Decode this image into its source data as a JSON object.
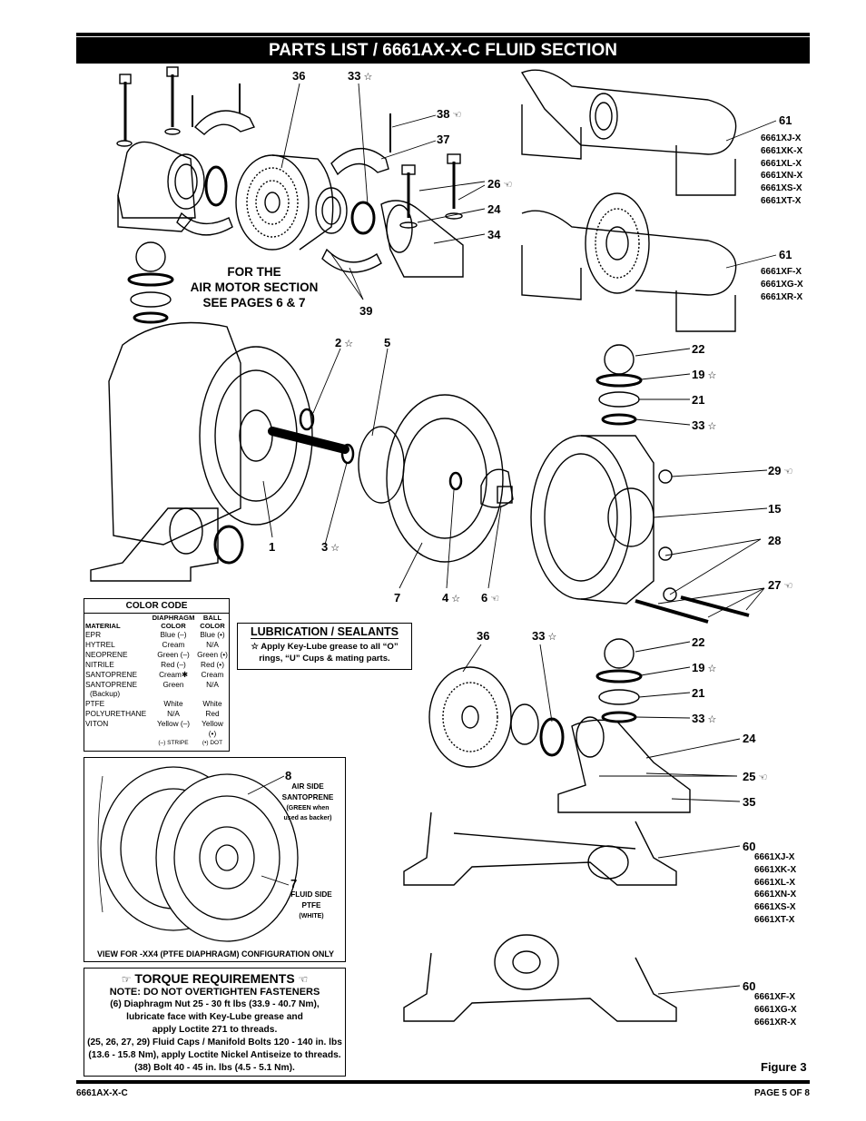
{
  "header": {
    "title": "PARTS LIST / 6661AX-X-C FLUID SECTION"
  },
  "footer": {
    "left": "6661AX-X-C",
    "right": "PAGE  5 OF 8"
  },
  "figure_label": "Figure 3",
  "air_motor_note": [
    "FOR THE",
    "AIR MOTOR SECTION",
    "SEE PAGES 6 & 7"
  ],
  "callouts": [
    {
      "id": "c36a",
      "num": "36",
      "mark": ""
    },
    {
      "id": "c33a",
      "num": "33",
      "mark": "☆"
    },
    {
      "id": "c38",
      "num": "38",
      "mark": "☜"
    },
    {
      "id": "c37",
      "num": "37",
      "mark": ""
    },
    {
      "id": "c26",
      "num": "26",
      "mark": "☜"
    },
    {
      "id": "c24a",
      "num": "24",
      "mark": ""
    },
    {
      "id": "c34",
      "num": "34",
      "mark": ""
    },
    {
      "id": "c39",
      "num": "39",
      "mark": ""
    },
    {
      "id": "c61a",
      "num": "61",
      "mark": ""
    },
    {
      "id": "c61b",
      "num": "61",
      "mark": ""
    },
    {
      "id": "c2",
      "num": "2",
      "mark": "☆"
    },
    {
      "id": "c5",
      "num": "5",
      "mark": ""
    },
    {
      "id": "c22a",
      "num": "22",
      "mark": ""
    },
    {
      "id": "c19a",
      "num": "19",
      "mark": "☆"
    },
    {
      "id": "c21a",
      "num": "21",
      "mark": ""
    },
    {
      "id": "c33b",
      "num": "33",
      "mark": "☆"
    },
    {
      "id": "c29",
      "num": "29",
      "mark": "☜"
    },
    {
      "id": "c15",
      "num": "15",
      "mark": ""
    },
    {
      "id": "c28",
      "num": "28",
      "mark": ""
    },
    {
      "id": "c1",
      "num": "1",
      "mark": ""
    },
    {
      "id": "c3",
      "num": "3",
      "mark": "☆"
    },
    {
      "id": "c27",
      "num": "27",
      "mark": "☜"
    },
    {
      "id": "c7a",
      "num": "7",
      "mark": ""
    },
    {
      "id": "c4",
      "num": "4",
      "mark": "☆"
    },
    {
      "id": "c6",
      "num": "6",
      "mark": "☜"
    },
    {
      "id": "c36b",
      "num": "36",
      "mark": ""
    },
    {
      "id": "c33c",
      "num": "33",
      "mark": "☆"
    },
    {
      "id": "c22b",
      "num": "22",
      "mark": ""
    },
    {
      "id": "c19b",
      "num": "19",
      "mark": "☆"
    },
    {
      "id": "c21b",
      "num": "21",
      "mark": ""
    },
    {
      "id": "c33d",
      "num": "33",
      "mark": "☆"
    },
    {
      "id": "c24b",
      "num": "24",
      "mark": ""
    },
    {
      "id": "c25",
      "num": "25",
      "mark": "☜"
    },
    {
      "id": "c35",
      "num": "35",
      "mark": ""
    },
    {
      "id": "c60a",
      "num": "60",
      "mark": ""
    },
    {
      "id": "c60b",
      "num": "60",
      "mark": ""
    }
  ],
  "models": {
    "m61a": [
      "6661XJ-X",
      "6661XK-X",
      "6661XL-X",
      "6661XN-X",
      "6661XS-X",
      "6661XT-X"
    ],
    "m61b": [
      "6661XF-X",
      "6661XG-X",
      "6661XR-X"
    ],
    "m60a": [
      "6661XJ-X",
      "6661XK-X",
      "6661XL-X",
      "6661XN-X",
      "6661XS-X",
      "6661XT-X"
    ],
    "m60b": [
      "6661XF-X",
      "6661XG-X",
      "6661XR-X"
    ]
  },
  "color_code": {
    "title": "COLOR CODE",
    "headers": [
      "MATERIAL",
      "DIAPHRAGM COLOR",
      "BALL COLOR"
    ],
    "rows": [
      [
        "EPR",
        "Blue (–)",
        "Blue (•)"
      ],
      [
        "HYTREL",
        "Cream",
        "N/A"
      ],
      [
        "NEOPRENE",
        "Green (–)",
        "Green (•)"
      ],
      [
        "NITRILE",
        "Red (–)",
        "Red (•)"
      ],
      [
        "SANTOPRENE",
        "Cream✱",
        "Cream"
      ],
      [
        "SANTOPRENE",
        "Green",
        "N/A"
      ],
      [
        "(Backup)",
        "",
        ""
      ],
      [
        "PTFE",
        "White",
        "White"
      ],
      [
        "POLYURETHANE",
        "N/A",
        "Red"
      ],
      [
        "VITON",
        "Yellow (–)",
        "Yellow (•)"
      ]
    ],
    "legend": [
      "(–) STRIPE",
      "(•) DOT"
    ]
  },
  "lubrication": {
    "title": "LUBRICATION / SEALANTS",
    "text": [
      "☆ Apply Key-Lube grease to all “O”",
      "rings, “U” Cups & mating parts."
    ]
  },
  "inset": {
    "part8_num": "8",
    "part8_label": [
      "AIR SIDE",
      "SANTOPRENE"
    ],
    "part8_note": [
      "(GREEN when",
      "used as backer)"
    ],
    "part7_num": "7",
    "part7_label": [
      "FLUID SIDE",
      "PTFE"
    ],
    "part7_note": "(WHITE)",
    "caption": "VIEW FOR -XX4 (PTFE DIAPHRAGM) CONFIGURATION ONLY"
  },
  "torque": {
    "title": "TORQUE REQUIREMENTS",
    "mark_left": "☞",
    "mark_right": "☜",
    "note": "NOTE: DO NOT OVERTIGHTEN FASTENERS",
    "lines": [
      "(6) Diaphragm Nut 25 - 30 ft lbs (33.9 - 40.7 Nm),",
      "lubricate face with Key-Lube grease and",
      "apply Loctite 271 to threads.",
      "(25, 26, 27, 29) Fluid Caps / Manifold Bolts 120 - 140 in. lbs",
      "(13.6 - 15.8 Nm), apply Loctite Nickel Antiseize to threads.",
      "(38) Bolt 40 - 45 in. lbs (4.5 - 5.1 Nm)."
    ]
  }
}
